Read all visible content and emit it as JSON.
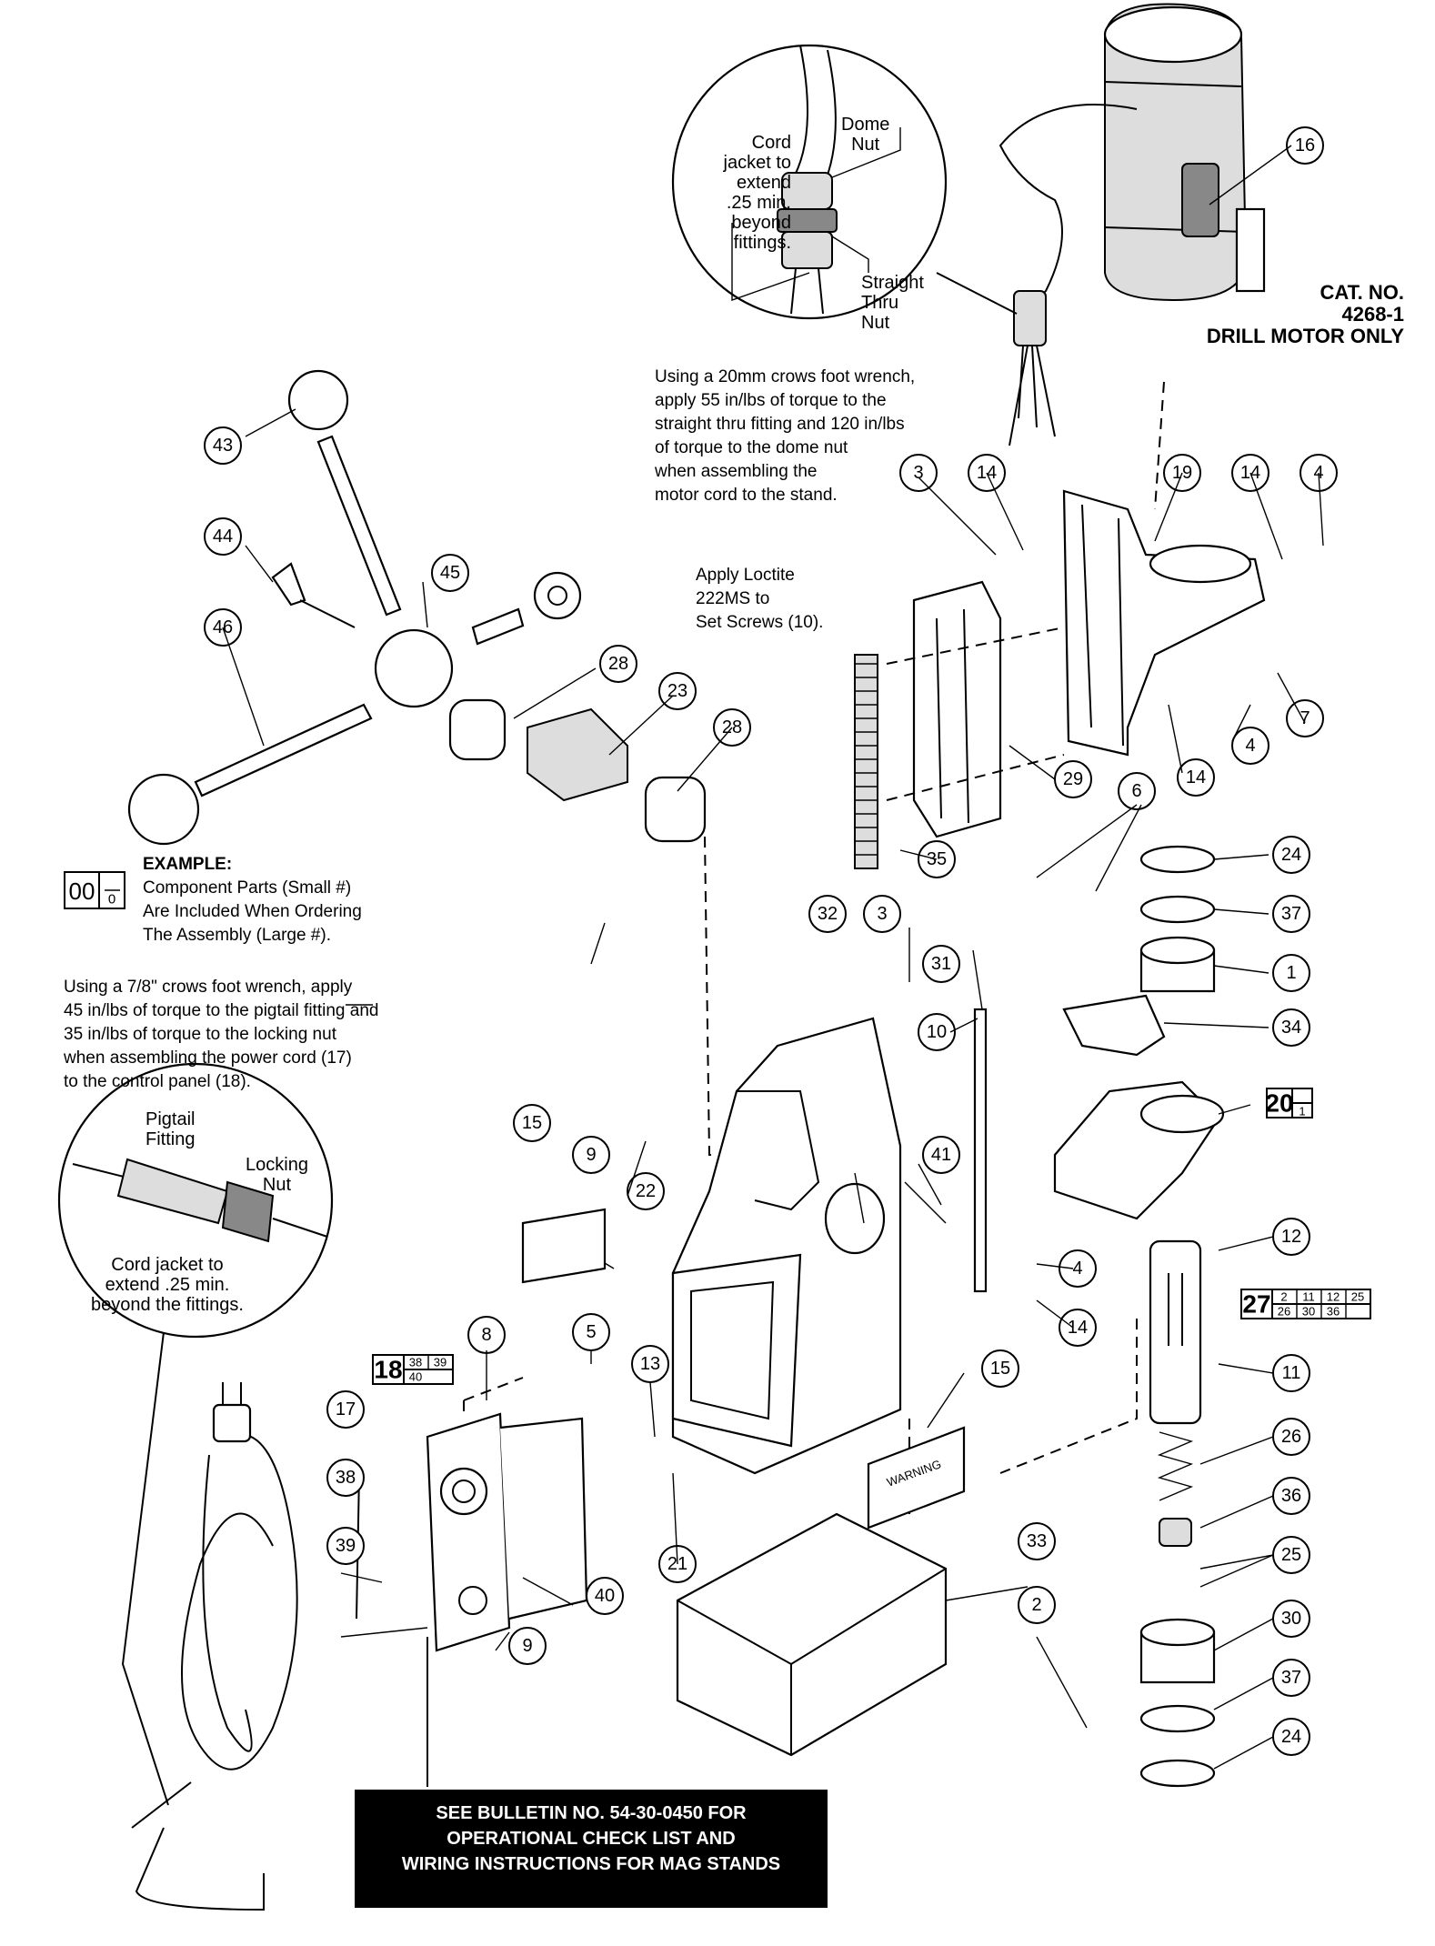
{
  "callouts": {
    "dome_nut": "Dome\nNut",
    "cord_jacket_top": "Cord\njacket to\nextend\n.25 min.\nbeyond\nfittings.",
    "straight_thru_nut": "Straight\nThru\nNut",
    "pigtail_fitting": "Pigtail\nFitting",
    "locking_nut": "Locking\nNut",
    "cord_jacket_bottom": "Cord jacket to\nextend .25 min.\nbeyond the fittings."
  },
  "notes": {
    "motor_cord": "Using a 20mm crows foot wrench,\napply 55 in/lbs of torque to the\nstraight thru fitting and 120 in/lbs\nof torque to the dome nut\nwhen assembling the\nmotor cord to the stand.",
    "loctite": "Apply Loctite\n222MS to\nSet Screws (10).",
    "power_cord": "Using a 7/8\" crows foot wrench, apply\n45 in/lbs of torque to the pigtail fitting and\n35 in/lbs of torque to the locking nut\nwhen assembling the power cord (17)\nto the control panel (18).",
    "example_title": "EXAMPLE:",
    "example_body": "Component Parts (Small #)\nAre Included When Ordering\nThe Assembly (Large #)."
  },
  "example_key": {
    "large": "00",
    "small": "0"
  },
  "cat_no": [
    "CAT. NO.",
    "4268-1",
    "DRILL MOTOR ONLY"
  ],
  "bulletin": [
    "SEE BULLETIN NO. 54-30-0450 FOR",
    "OPERATIONAL CHECK LIST AND",
    "WIRING INSTRUCTIONS FOR MAG STANDS"
  ],
  "part_numbers": [
    "16",
    "3",
    "14",
    "19",
    "14",
    "4",
    "43",
    "44",
    "46",
    "45",
    "28",
    "23",
    "28",
    "7",
    "4",
    "14",
    "29",
    "35",
    "6",
    "24",
    "37",
    "1",
    "34",
    "32",
    "3",
    "31",
    "10",
    "41",
    "15",
    "9",
    "22",
    "4",
    "14",
    "12",
    "11",
    "26",
    "8",
    "5",
    "13",
    "15",
    "36",
    "17",
    "38",
    "39",
    "40",
    "21",
    "33",
    "25",
    "30",
    "2",
    "9",
    "37",
    "24"
  ],
  "assemblies": {
    "a20": {
      "large": "20",
      "small": [
        "1"
      ]
    },
    "a27": {
      "large": "27",
      "small": [
        "2",
        "11",
        "12",
        "25",
        "26",
        "30",
        "36"
      ]
    },
    "a18": {
      "large": "18",
      "small": [
        "38",
        "39",
        "40"
      ]
    }
  },
  "warning_label": "WARNING"
}
